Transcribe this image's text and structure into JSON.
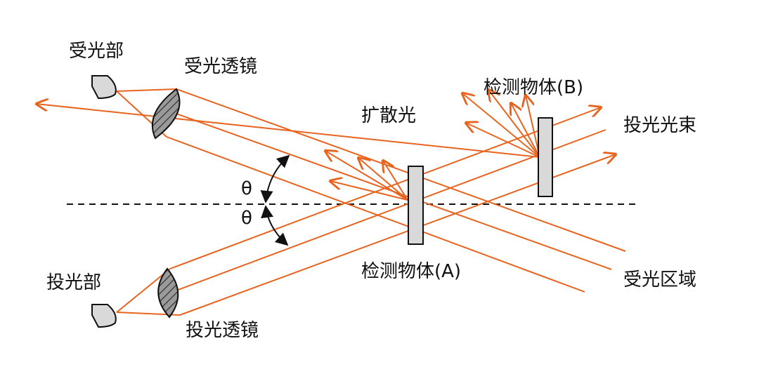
{
  "labels": {
    "receiver_unit": "受光部",
    "receiver_lens": "受光透镜",
    "emitter_unit": "投光部",
    "emitter_lens": "投光透镜",
    "diffuse_light": "扩散光",
    "object_a": "检测物体(A)",
    "object_b": "检测物体(B)",
    "emitted_beam": "投光光束",
    "receiving_area": "受光区域",
    "theta_upper": "θ",
    "theta_lower": "θ"
  },
  "colors": {
    "ray": "#e8641e",
    "ink": "#111111",
    "object_fill": "#d9d9d9",
    "lens_hatch": "#333333",
    "axis": "#111111"
  },
  "icons": {
    "receiver_unit": "photodetector-icon",
    "emitter_unit": "light-emitter-icon"
  }
}
